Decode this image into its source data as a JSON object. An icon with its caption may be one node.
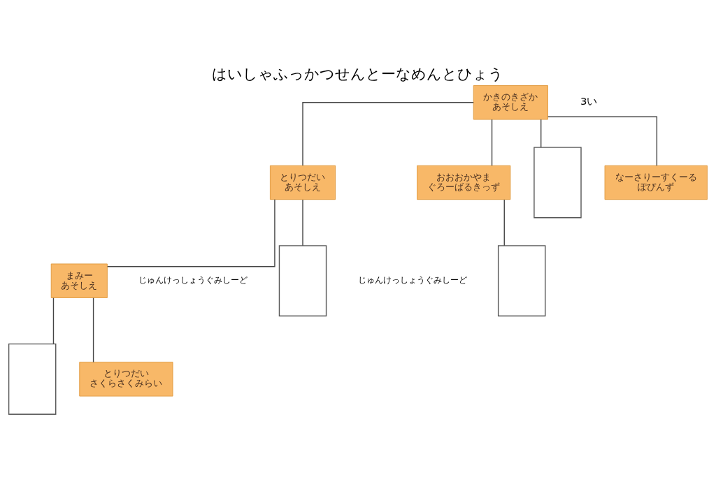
{
  "diagram": {
    "title": "はいしゃふっかつせんとーなめんとひょう",
    "nodes": [
      {
        "text": [
          "かきのきざか",
          "あそしえ"
        ]
      },
      {
        "text": [
          "とりつだい",
          "あそしえ"
        ]
      },
      {
        "text": [
          "おおおかやま",
          "ぐろーばるきっず"
        ]
      },
      {
        "text": [
          "まみー",
          "あそしえ"
        ]
      },
      {
        "text": [],
        "shape": "box",
        "beside": [
          "じゅんけっしょうぐみしーど"
        ]
      },
      {
        "text": [],
        "shape": "box"
      },
      {
        "text": [
          "とりつだい",
          "さくらさくみらい"
        ]
      },
      {
        "text": [],
        "shape": "box"
      },
      {
        "text": [
          "なーさりーすくーる",
          "ぽぴんず"
        ]
      },
      {
        "text": [],
        "shape": "box",
        "beside": [
          "じゅんけっしょうぐみしーど"
        ]
      }
    ],
    "edges": [
      {
        "from": 0,
        "to": 1,
        "arrow": "none"
      },
      {
        "from": 0,
        "to": 7,
        "arrow": "none"
      },
      {
        "from": 0,
        "to": 8,
        "arrow": "none"
      },
      {
        "from": 0,
        "to": 2,
        "arrow": "none"
      },
      {
        "from": 1,
        "to": 4,
        "arrow": "none"
      },
      {
        "from": 1,
        "to": 3,
        "arrow": "none"
      },
      {
        "from": 3,
        "to": 5,
        "arrow": "none"
      },
      {
        "from": 3,
        "to": 6,
        "arrow": "none"
      },
      {
        "from": 2,
        "to": 9,
        "arrow": "none"
      }
    ],
    "labels": [
      "3い"
    ]
  }
}
